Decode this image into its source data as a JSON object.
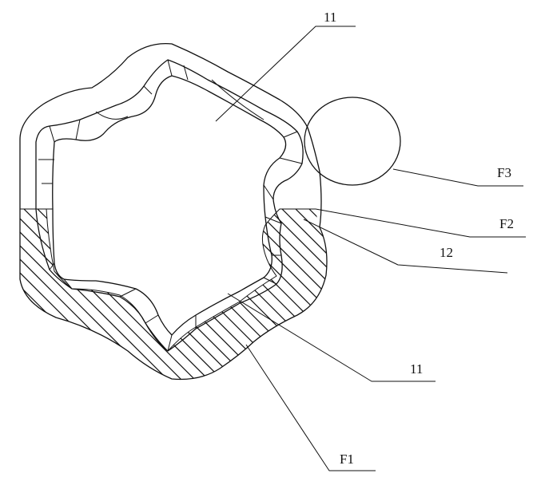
{
  "labels": {
    "top_11": "11",
    "bottom_11": "11",
    "f1": "F1",
    "f2": "F2",
    "f3": "F3",
    "ref_12": "12"
  },
  "colors": {
    "ink": "#111111",
    "paper": "#ffffff"
  }
}
